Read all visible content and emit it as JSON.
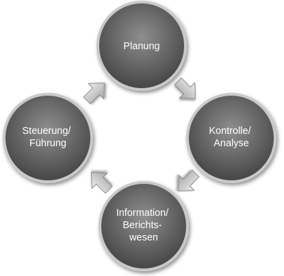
{
  "diagram": {
    "nodes": [
      {
        "id": "planung",
        "lines": [
          "Planung"
        ]
      },
      {
        "id": "kontrolle",
        "lines": [
          "Kontrolle/",
          "Analyse"
        ]
      },
      {
        "id": "information",
        "lines": [
          "Information/",
          "Berichts-",
          "wesen"
        ]
      },
      {
        "id": "steuerung",
        "lines": [
          "Steuerung/",
          "Führung"
        ]
      }
    ],
    "arrows": [
      {
        "from": "planung",
        "to": "kontrolle"
      },
      {
        "from": "kontrolle",
        "to": "information"
      },
      {
        "from": "information",
        "to": "steuerung"
      },
      {
        "from": "steuerung",
        "to": "planung"
      }
    ],
    "colors": {
      "circle_fill_light": "#8e8e8e",
      "circle_fill_dark": "#3f3f3f",
      "circle_stroke": "#c9c9c9",
      "arrow_fill_light": "#eeeeee",
      "arrow_fill_dark": "#a6a6a6",
      "arrow_stroke": "#8a8a8a",
      "label": "#ffffff"
    }
  }
}
